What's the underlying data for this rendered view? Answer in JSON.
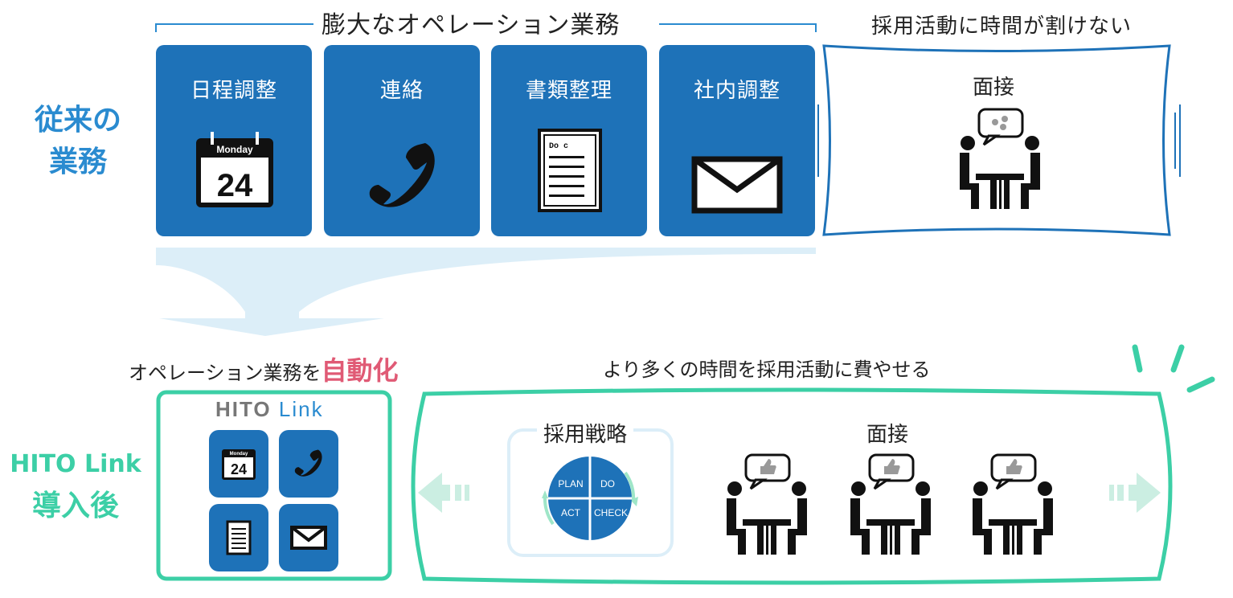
{
  "top_section": {
    "side_label_line1": "従来の",
    "side_label_line2": "業務",
    "bracket_title": "膨大なオペレーション業務",
    "cards": [
      {
        "label": "日程調整",
        "icon": "calendar-icon"
      },
      {
        "label": "連絡",
        "icon": "phone-icon"
      },
      {
        "label": "書類整理",
        "icon": "document-icon"
      },
      {
        "label": "社内調整",
        "icon": "envelope-icon"
      }
    ],
    "calendar": {
      "day": "Monday",
      "date": "24"
    },
    "document_text": "Do c",
    "right_title": "採用活動に時間が割けない",
    "interview_label": "面接"
  },
  "bottom_section": {
    "side_label_line1": "HITO Link",
    "side_label_line2": "導入後",
    "left_heading_prefix": "オペレーション業務を",
    "left_heading_accent": "自動化",
    "logo_hito": "HITO",
    "logo_link": "Link",
    "mini_calendar": {
      "day": "Monday",
      "date": "24"
    },
    "right_heading": "より多くの時間を採用活動に費やせる",
    "strategy_label": "採用戦略",
    "pdca": [
      "PLAN",
      "DO",
      "ACT",
      "CHECK"
    ],
    "interview_label": "面接"
  },
  "colors": {
    "blue": "#1e72b8",
    "side_blue": "#2a8bd0",
    "teal": "#3ccfa6",
    "light_blue": "#dceef8",
    "accent_pink": "#e05a75"
  }
}
